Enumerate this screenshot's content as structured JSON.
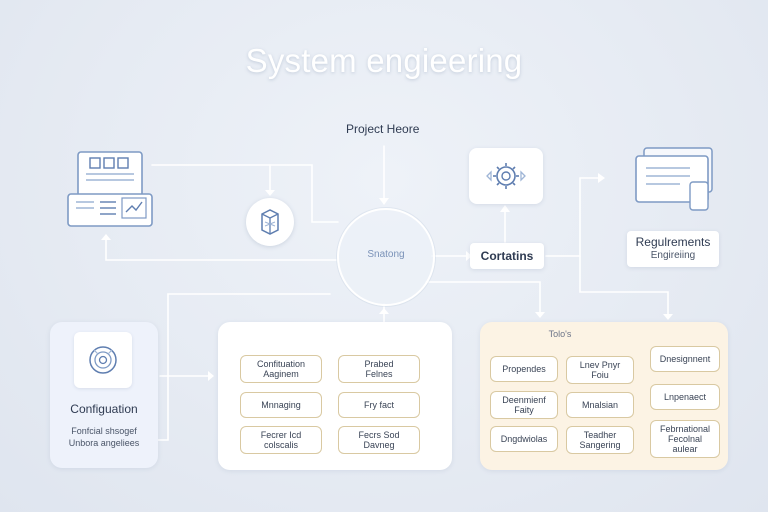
{
  "title": "System engieering",
  "project_label": "Project Heore",
  "center_label": "Snatong",
  "contains_label": "Cortatins",
  "requirements": {
    "title": "Regulrements",
    "subtitle": "Engireiing"
  },
  "config": {
    "title": "Configuation",
    "subtitle_line1": "Fonfcial shsogef",
    "subtitle_line2": "Unbora angeliees"
  },
  "middle_panel": {
    "nodes": [
      "Confituation\nAaginem",
      "Prabed\nFelnes",
      "Mnnaging",
      "Fry fact",
      "Fecrer Icd\ncolscalis",
      "Fecrs Sod\nDavneg"
    ]
  },
  "right_panel": {
    "header": "Tolo's",
    "nodes": [
      "Propendes",
      "Lnev Pnyr\nFoiu",
      "Deenmienf\nFaity",
      "Mnalsian",
      "Dngdwiolas",
      "Teadher\nSangering",
      "Dnesignnent",
      "Lnpenaect",
      "Febrnational\nFecolnal\naulear"
    ]
  },
  "colors": {
    "wire": "#ffffff",
    "line_blue": "#9fb5d6",
    "accent_blue": "#7e9ac4",
    "node_border": "#d9c9a2",
    "right_panel_bg": "#fcf3e4",
    "left_panel_bg": "#eef2fb"
  }
}
